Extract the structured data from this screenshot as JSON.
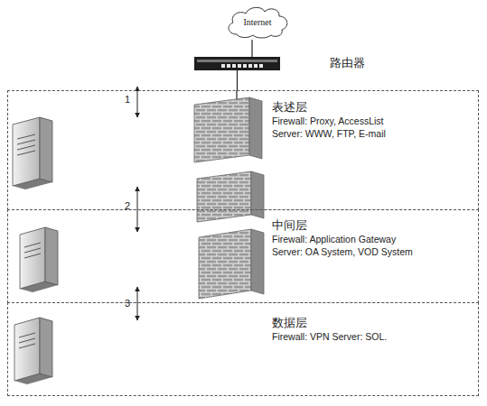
{
  "diagram": {
    "nodes": [
      {
        "text": [
          "Internet"
        ]
      },
      {
        "text": [
          "路由器"
        ]
      },
      {
        "text": [
          "表述层",
          "Firewall: Proxy, AccessList",
          "Server: WWW, FTP, E-mail"
        ]
      },
      {
        "text": [
          "中间层",
          "Firewall: Application Gateway",
          "Server: OA System, VOD System"
        ]
      },
      {
        "text": [
          "数据层",
          "Firewall: VPN Server: SOL."
        ]
      }
    ],
    "edges": [
      {
        "from": 0,
        "to": 1,
        "arrow": "none"
      },
      {
        "from": 1,
        "to": 2,
        "arrow": "none"
      }
    ],
    "labels": [
      "1",
      "2",
      "3"
    ]
  }
}
